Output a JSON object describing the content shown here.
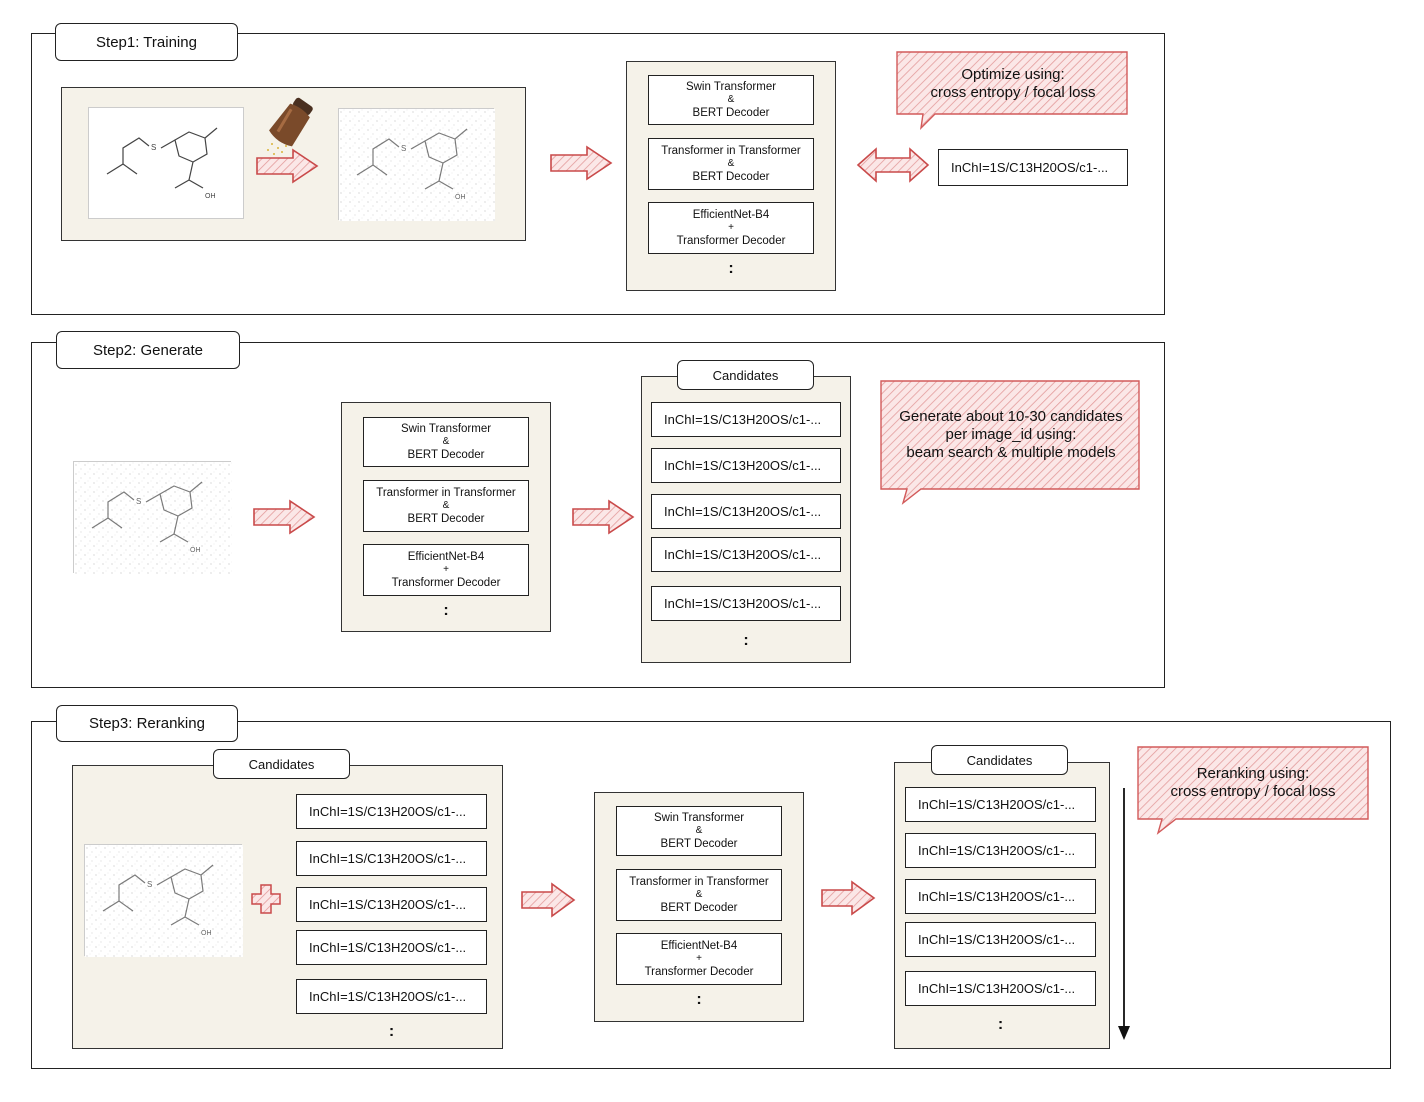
{
  "steps": {
    "training": {
      "label": "Step1: Training"
    },
    "generate": {
      "label": "Step2: Generate"
    },
    "reranking": {
      "label": "Step3: Reranking"
    }
  },
  "models": {
    "swin": {
      "line1": "Swin Transformer",
      "sep": "&",
      "line2": "BERT Decoder"
    },
    "tnt": {
      "line1": "Transformer in Transformer",
      "sep": "&",
      "line2": "BERT Decoder"
    },
    "effnet": {
      "line1": "EfficientNet-B4",
      "sep": "+",
      "line2": "Transformer Decoder"
    },
    "more": ":"
  },
  "candidates_label": "Candidates",
  "inchi_text": "InChI=1S/C13H20OS/c1-...",
  "training_note": {
    "line1": "Optimize using:",
    "line2": "cross entropy / focal loss"
  },
  "generate_note": {
    "line1": "Generate about 10-30 candidates",
    "line2": "per image_id using:",
    "line3": "beam search & multiple models"
  },
  "rerank_note": {
    "line1": "Reranking using:",
    "line2": "cross entropy / focal loss"
  },
  "molecule_label": "OH",
  "molecule_s": "S",
  "colors": {
    "arrow_fill": "#f3d3d3",
    "arrow_stroke": "#c94a4a",
    "note_fill": "#f8dcdc",
    "note_stroke": "#d25a5a",
    "panel": "#f5f2e9"
  }
}
